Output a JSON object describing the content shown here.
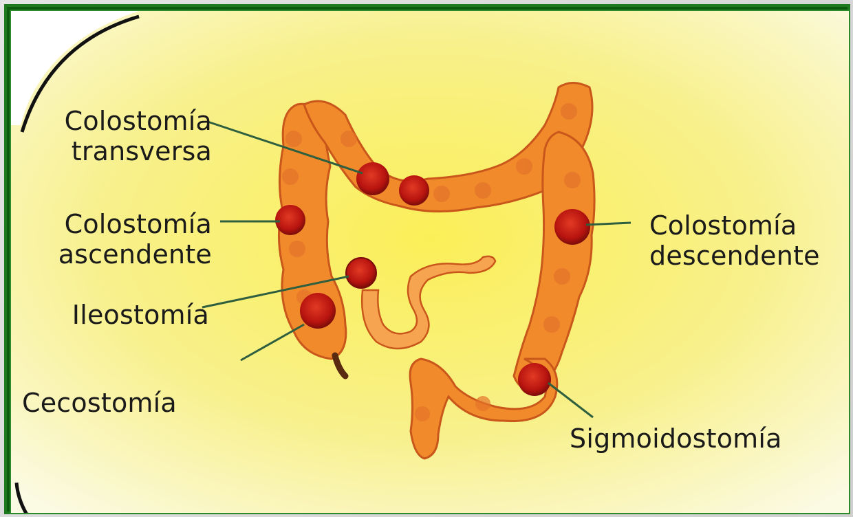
{
  "labels": {
    "colostomia_transversa": {
      "line1": "Colostomía",
      "line2": "transversa"
    },
    "colostomia_ascendente": {
      "line1": "Colostomía",
      "line2": "ascendente"
    },
    "ileostomia": "Ileostomía",
    "cecostomia": "Cecostomía",
    "colostomia_descendente": {
      "line1": "Colostomía",
      "line2": "descendente"
    },
    "sigmoidostomia": "Sigmoidostomía"
  },
  "colors": {
    "background_center": "#fbf170",
    "background_edge": "#fbf9d8",
    "frame_green": "#1f7a1f",
    "colon_orange": "#f08a2a",
    "colon_shade": "#d9641a",
    "stoma_red": "#c41a14",
    "stoma_dark": "#8a0f0c",
    "leader_line": "#2f5f3f"
  }
}
